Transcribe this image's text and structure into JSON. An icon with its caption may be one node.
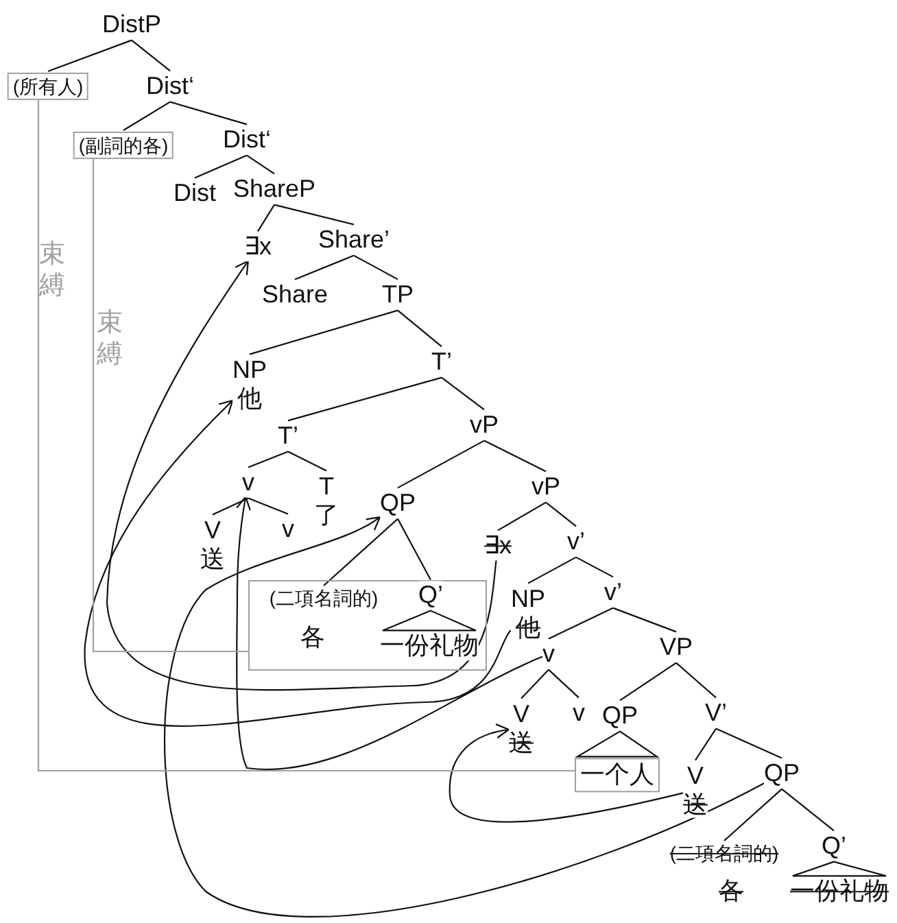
{
  "diagram": {
    "nodes": [
      {
        "text": [
          "DistP"
        ]
      },
      {
        "text": [
          "(所有人)"
        ]
      },
      {
        "text": [
          "Dist‘"
        ]
      },
      {
        "text": [
          "(副詞的各)"
        ]
      },
      {
        "text": [
          "Dist‘"
        ]
      },
      {
        "text": [
          "Dist"
        ]
      },
      {
        "text": [
          "ShareP"
        ]
      },
      {
        "text": [
          "∃x"
        ]
      },
      {
        "text": [
          "Share’"
        ]
      },
      {
        "text": [
          "Share"
        ]
      },
      {
        "text": [
          "TP"
        ]
      },
      {
        "text": [
          "NP",
          "他"
        ]
      },
      {
        "text": [
          "T’"
        ]
      },
      {
        "text": [
          "T’"
        ]
      },
      {
        "text": [
          "vP"
        ]
      },
      {
        "text": [
          "v"
        ]
      },
      {
        "text": [
          "T",
          "了"
        ]
      },
      {
        "text": [
          "V",
          "送"
        ]
      },
      {
        "text": [
          "v"
        ]
      },
      {
        "text": [
          "QP"
        ]
      },
      {
        "text": [
          "vP"
        ]
      },
      {
        "text": [],
        "shape": "box"
      },
      {
        "text": [
          "(二項名詞的)"
        ],
        "in": 21
      },
      {
        "text": [
          "各"
        ],
        "in": 21
      },
      {
        "text": [
          "Q’"
        ],
        "in": 21
      },
      {
        "text": [
          "一份礼物"
        ],
        "in": 21
      },
      {
        "text": [
          "∃x"
        ]
      },
      {
        "text": [
          "v’"
        ]
      },
      {
        "text": [
          "NP",
          "他"
        ]
      },
      {
        "text": [
          "v’"
        ]
      },
      {
        "text": [
          "v"
        ]
      },
      {
        "text": [
          "VP"
        ]
      },
      {
        "text": [
          "V",
          "送"
        ]
      },
      {
        "text": [
          "v"
        ]
      },
      {
        "text": [
          "QP"
        ]
      },
      {
        "text": [
          "一个人"
        ]
      },
      {
        "text": [
          "V’"
        ]
      },
      {
        "text": [
          "V",
          "送"
        ]
      },
      {
        "text": [
          "QP"
        ]
      },
      {
        "text": [
          "(二項名詞的)"
        ]
      },
      {
        "text": [
          "Q’"
        ]
      },
      {
        "text": [
          "各"
        ]
      },
      {
        "text": [
          "一份礼物"
        ]
      }
    ],
    "edges": [
      {
        "from": 0,
        "to": 1,
        "arrow": "none"
      },
      {
        "from": 0,
        "to": 2,
        "arrow": "none"
      },
      {
        "from": 2,
        "to": 3,
        "arrow": "none"
      },
      {
        "from": 2,
        "to": 4,
        "arrow": "none"
      },
      {
        "from": 4,
        "to": 5,
        "arrow": "none"
      },
      {
        "from": 4,
        "to": 6,
        "arrow": "none"
      },
      {
        "from": 6,
        "to": 7,
        "arrow": "none"
      },
      {
        "from": 6,
        "to": 8,
        "arrow": "none"
      },
      {
        "from": 8,
        "to": 9,
        "arrow": "none"
      },
      {
        "from": 8,
        "to": 10,
        "arrow": "none"
      },
      {
        "from": 10,
        "to": 11,
        "arrow": "none"
      },
      {
        "from": 10,
        "to": 12,
        "arrow": "none"
      },
      {
        "from": 12,
        "to": 13,
        "arrow": "none"
      },
      {
        "from": 12,
        "to": 14,
        "arrow": "none"
      },
      {
        "from": 13,
        "to": 15,
        "arrow": "none"
      },
      {
        "from": 13,
        "to": 16,
        "arrow": "none"
      },
      {
        "from": 15,
        "to": 17,
        "arrow": "none"
      },
      {
        "from": 15,
        "to": 18,
        "arrow": "none"
      },
      {
        "from": 14,
        "to": 19,
        "arrow": "none"
      },
      {
        "from": 14,
        "to": 20,
        "arrow": "none"
      },
      {
        "from": 19,
        "to": 22,
        "arrow": "none"
      },
      {
        "from": 19,
        "to": 24,
        "arrow": "none"
      },
      {
        "from": 24,
        "to": 25,
        "arrow": "none"
      },
      {
        "from": 20,
        "to": 26,
        "arrow": "none"
      },
      {
        "from": 20,
        "to": 27,
        "arrow": "none"
      },
      {
        "from": 27,
        "to": 28,
        "arrow": "none"
      },
      {
        "from": 27,
        "to": 29,
        "arrow": "none"
      },
      {
        "from": 29,
        "to": 30,
        "arrow": "none"
      },
      {
        "from": 29,
        "to": 31,
        "arrow": "none"
      },
      {
        "from": 30,
        "to": 32,
        "arrow": "none"
      },
      {
        "from": 30,
        "to": 33,
        "arrow": "none"
      },
      {
        "from": 31,
        "to": 34,
        "arrow": "none"
      },
      {
        "from": 31,
        "to": 36,
        "arrow": "none"
      },
      {
        "from": 34,
        "to": 35,
        "arrow": "none"
      },
      {
        "from": 36,
        "to": 37,
        "arrow": "none"
      },
      {
        "from": 36,
        "to": 38,
        "arrow": "none"
      },
      {
        "from": 38,
        "to": 39,
        "arrow": "none"
      },
      {
        "from": 38,
        "to": 40,
        "arrow": "none"
      },
      {
        "from": 40,
        "to": 42,
        "arrow": "none"
      },
      {
        "from": 26,
        "to": 7,
        "arrow": "to"
      },
      {
        "from": 28,
        "to": 11,
        "arrow": "to"
      },
      {
        "from": 30,
        "to": 15,
        "arrow": "to"
      },
      {
        "from": 37,
        "to": 32,
        "arrow": "to"
      },
      {
        "from": 38,
        "to": 19,
        "arrow": "to"
      },
      {
        "from": 1,
        "to": 35,
        "arrow": "none",
        "label": "束縛",
        "color": "#a0a0a0"
      },
      {
        "from": 3,
        "to": 21,
        "arrow": "none",
        "label": "束縛",
        "color": "#a0a0a0"
      }
    ]
  }
}
